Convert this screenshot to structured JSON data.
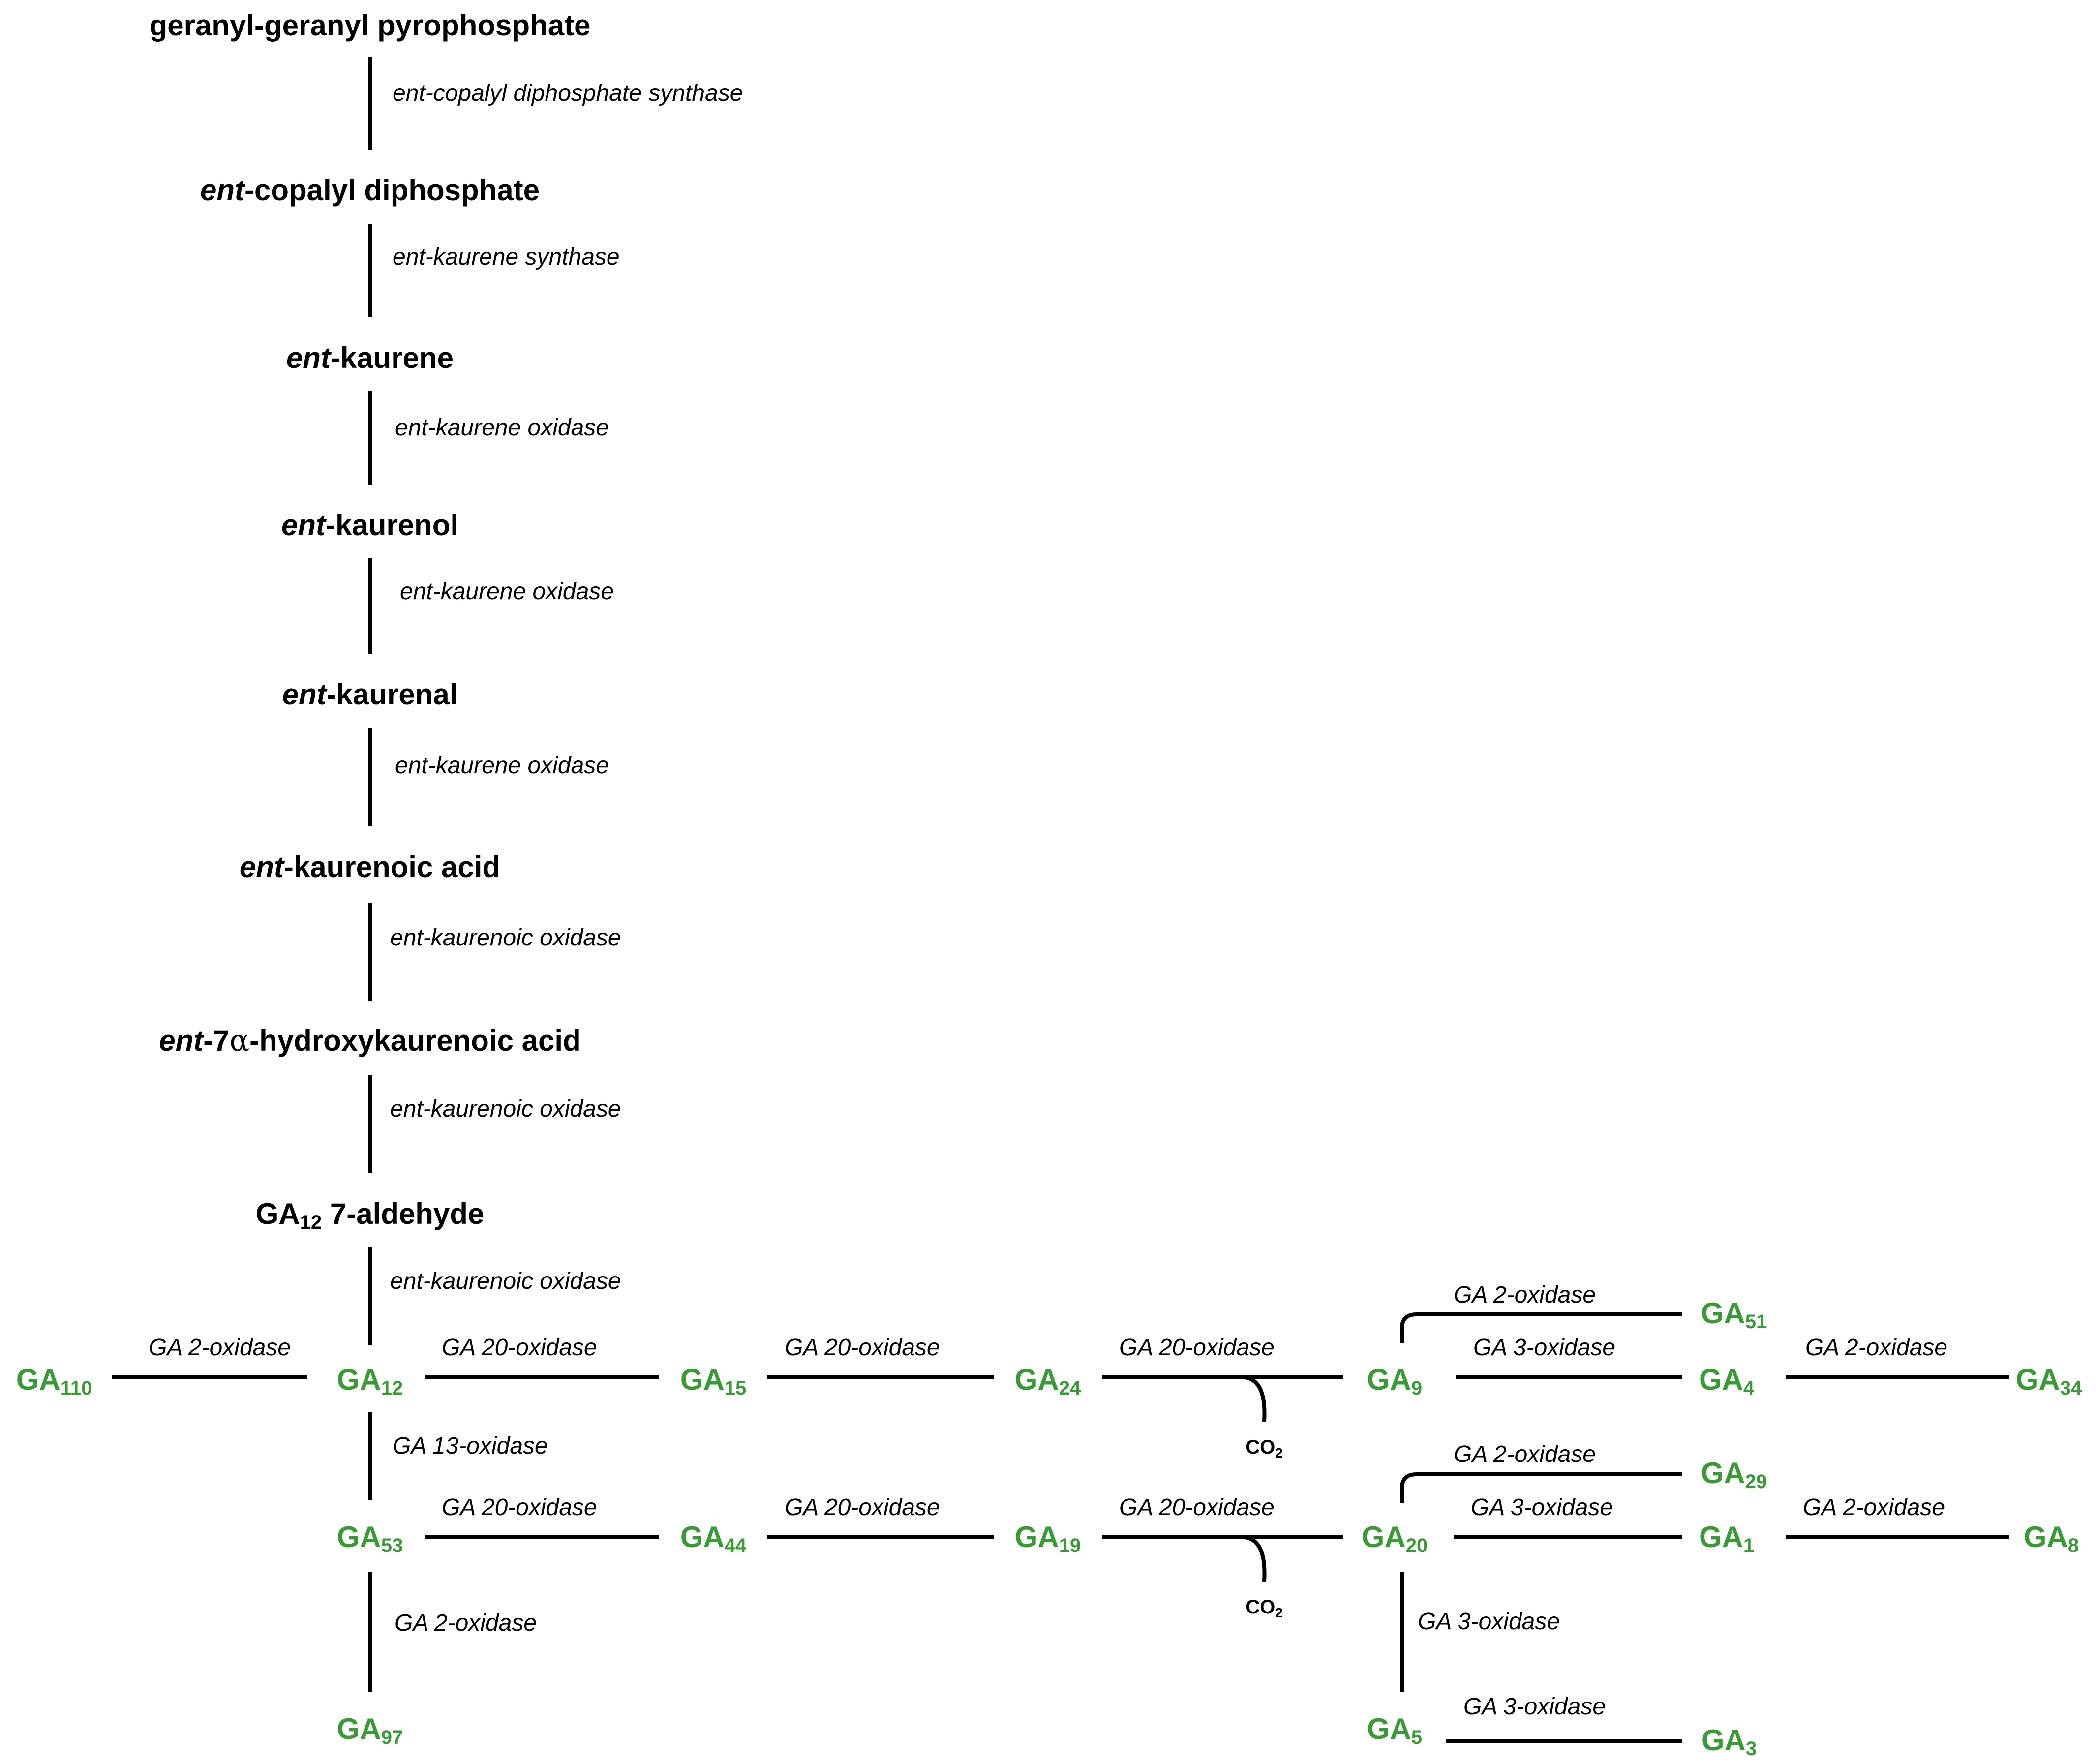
{
  "colors": {
    "precursor": "#000000",
    "gibberellin": "#3a9a36",
    "arrow": "#000000"
  },
  "precursors": {
    "ggpp": "geranyl-geranyl pyrophosphate",
    "cpd": {
      "prefix": "ent",
      "rest": "-copalyl diphosphate"
    },
    "kaurene": {
      "prefix": "ent",
      "rest": "-kaurene"
    },
    "kaurenol": {
      "prefix": "ent",
      "rest": "-kaurenol"
    },
    "kaurenal": {
      "prefix": "ent",
      "rest": "-kaurenal"
    },
    "kaurenoic": {
      "prefix": "ent",
      "rest": "-kaurenoic acid"
    },
    "hydroxy": {
      "prefix": "ent",
      "mid": "-7",
      "alpha": "α",
      "rest": "-hydroxykaurenoic acid"
    },
    "aldehyde": {
      "base": "GA",
      "sub": "12",
      "rest": " 7-aldehyde"
    }
  },
  "enzymes": {
    "e1": "ent-copalyl diphosphate synthase",
    "e2": "ent-kaurene synthase",
    "e3": "ent-kaurene oxidase",
    "e4": "ent-kaurene oxidase",
    "e5": "ent-kaurene oxidase",
    "e6": "ent-kaurenoic oxidase",
    "e7": "ent-kaurenoic oxidase",
    "e8": "ent-kaurenoic oxidase",
    "ga12_ga110": "GA 2-oxidase",
    "ga12_ga15": "GA 20-oxidase",
    "ga15_ga24": "GA 20-oxidase",
    "ga24_ga9": "GA 20-oxidase",
    "ga9_ga51": "GA 2-oxidase",
    "ga9_ga4": "GA 3-oxidase",
    "ga4_ga34": "GA 2-oxidase",
    "ga12_ga53": "GA 13-oxidase",
    "ga53_ga44": "GA 20-oxidase",
    "ga44_ga19": "GA 20-oxidase",
    "ga19_ga20": "GA 20-oxidase",
    "ga20_ga29": "GA 2-oxidase",
    "ga20_ga1": "GA 3-oxidase",
    "ga1_ga8": "GA 2-oxidase",
    "ga53_ga97": "GA 2-oxidase",
    "ga20_ga5": "GA 3-oxidase",
    "ga5_ga3": "GA 3-oxidase"
  },
  "gibberellins": {
    "ga110": {
      "base": "GA",
      "sub": "110"
    },
    "ga12": {
      "base": "GA",
      "sub": "12"
    },
    "ga15": {
      "base": "GA",
      "sub": "15"
    },
    "ga24": {
      "base": "GA",
      "sub": "24"
    },
    "ga9": {
      "base": "GA",
      "sub": "9"
    },
    "ga51": {
      "base": "GA",
      "sub": "51"
    },
    "ga4": {
      "base": "GA",
      "sub": "4"
    },
    "ga34": {
      "base": "GA",
      "sub": "34"
    },
    "ga53": {
      "base": "GA",
      "sub": "53"
    },
    "ga44": {
      "base": "GA",
      "sub": "44"
    },
    "ga19": {
      "base": "GA",
      "sub": "19"
    },
    "ga20": {
      "base": "GA",
      "sub": "20"
    },
    "ga29": {
      "base": "GA",
      "sub": "29"
    },
    "ga1": {
      "base": "GA",
      "sub": "1"
    },
    "ga8": {
      "base": "GA",
      "sub": "8"
    },
    "ga97": {
      "base": "GA",
      "sub": "97"
    },
    "ga5": {
      "base": "GA",
      "sub": "5"
    },
    "ga3": {
      "base": "GA",
      "sub": "3"
    }
  },
  "byproducts": {
    "co2_top": {
      "base": "CO",
      "sub": "2"
    },
    "co2_bottom": {
      "base": "CO",
      "sub": "2"
    }
  }
}
